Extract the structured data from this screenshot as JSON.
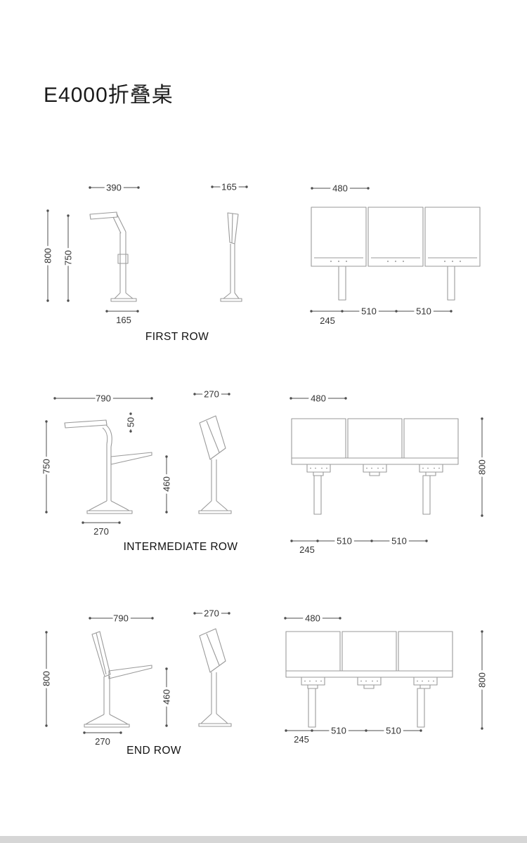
{
  "page": {
    "title": "E4000折叠桌"
  },
  "rows": {
    "first": {
      "label": "FIRST ROW",
      "dims": {
        "side_width": "390",
        "profile_width": "165",
        "panel_width": "480",
        "overall_height": "800",
        "desk_height": "750",
        "foot_depth": "165",
        "end_offset": "245",
        "pitch_1": "510",
        "pitch_2": "510"
      }
    },
    "intermediate": {
      "label": "INTERMEDIATE ROW",
      "dims": {
        "side_width": "790",
        "profile_width": "270",
        "panel_width": "480",
        "desk_height": "750",
        "top_thickness": "50",
        "folded_height": "460",
        "foot_depth": "270",
        "end_offset": "245",
        "pitch_1": "510",
        "pitch_2": "510",
        "overall_height": "800"
      }
    },
    "end": {
      "label": "END ROW",
      "dims": {
        "side_width": "790",
        "profile_width": "270",
        "panel_width": "480",
        "overall_height_left": "800",
        "folded_height": "460",
        "foot_depth": "270",
        "end_offset": "245",
        "pitch_1": "510",
        "pitch_2": "510",
        "overall_height_right": "800"
      }
    }
  }
}
